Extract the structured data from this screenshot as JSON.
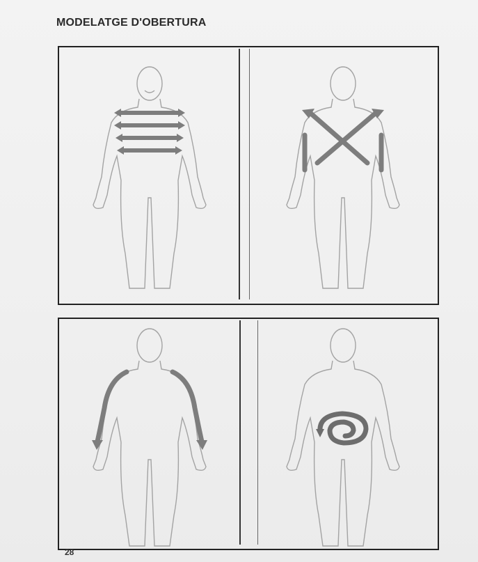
{
  "page": {
    "title": "MODELATGE D'OBERTURA",
    "page_number": "28"
  },
  "panels": [
    {
      "pattern": "horizontal-arrows"
    },
    {
      "pattern": "cross-arrows"
    },
    {
      "pattern": "arm-arrows"
    },
    {
      "pattern": "abdominal-spiral"
    }
  ],
  "colors": {
    "outline": "#9a9a9a",
    "arrow": "#7d7d7d",
    "frame": "#222222"
  }
}
